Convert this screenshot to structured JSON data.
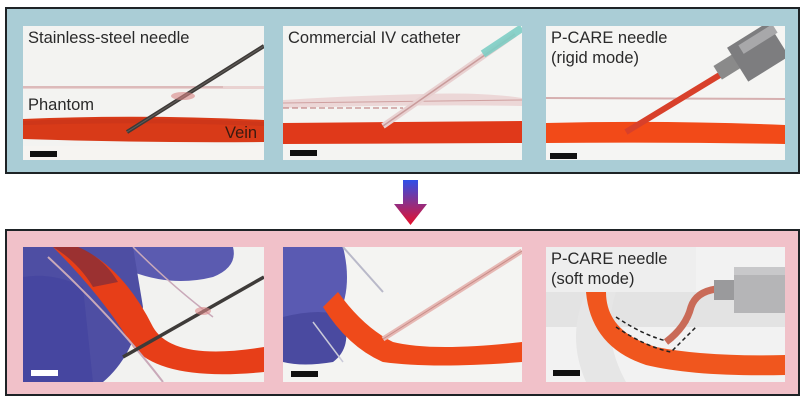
{
  "figure": {
    "top_panel": {
      "background": "#aacdd6",
      "images": [
        {
          "caption": "Stainless-steel needle",
          "labels": {
            "phantom": "Phantom",
            "vein": "Vein"
          },
          "scale_bar_color": "#111111"
        },
        {
          "caption": "Commercial IV catheter",
          "scale_bar_color": "#111111"
        },
        {
          "caption": "P-CARE needle\n(rigid mode)",
          "scale_bar_color": "#111111"
        }
      ]
    },
    "arrow": {
      "direction": "down",
      "gradient_top": "#2f4fe8",
      "gradient_bottom": "#e8102a"
    },
    "bottom_panel": {
      "background": "#f1c1c9",
      "images": [
        {
          "caption": "",
          "scale_bar_color": "#ffffff"
        },
        {
          "caption": "",
          "scale_bar_color": "#111111"
        },
        {
          "caption": "P-CARE needle\n(soft mode)",
          "scale_bar_color": "#111111"
        }
      ]
    },
    "colors": {
      "vein": "#e8401c",
      "glove": "#5a5aa8",
      "border": "#1e2326"
    }
  }
}
